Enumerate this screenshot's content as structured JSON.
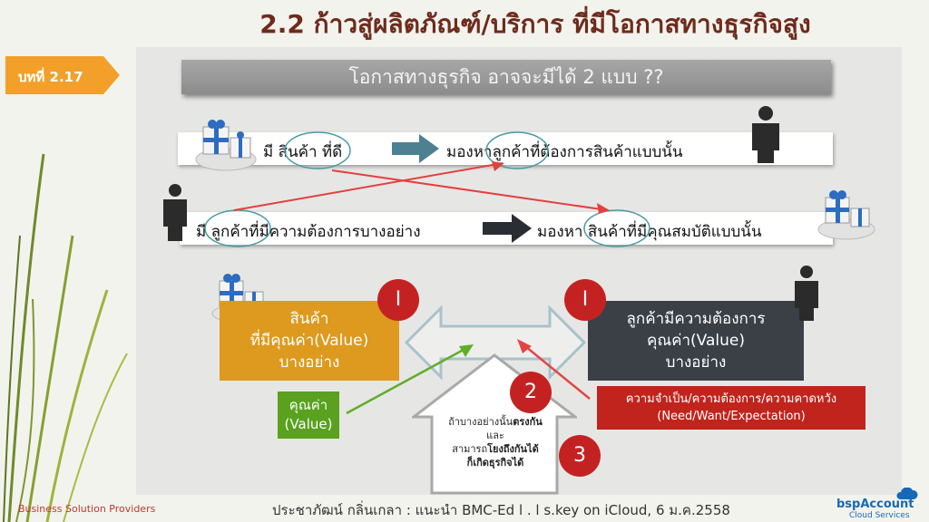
{
  "slide": {
    "title": "2.2 ก้าวสู่ผลิตภัณฑ์/บริการ ที่มีโอกาสทางธุรกิจสูง",
    "tag": "บทที่ 2.17",
    "header": "โอกาสทางธุรกิจ อาจจะมีได้ 2 แบบ ??"
  },
  "row1": {
    "left": "มี สินค้า ที่ดี",
    "right": "มองหาลูกค้าที่ต้องการสินค้าแบบนั้น"
  },
  "row2": {
    "left": "มี ลูกค้าที่มีความต้องการบางอย่าง",
    "right": "มองหา สินค้าที่มีคุณสมบัติแบบนั้น"
  },
  "product_box": {
    "line1": "สินค้า",
    "line2": "ที่มีคุณค่า(Value)",
    "line3": "บางอย่าง"
  },
  "customer_box": {
    "line1": "ลูกค้ามีความต้องการ",
    "line2": "คุณค่า(Value)",
    "line3": "บางอย่าง"
  },
  "value_box": {
    "line1": "คุณค่า",
    "line2": "(Value)"
  },
  "need_box": {
    "line1": "ความจำเป็น/ความต้องการ/ความคาดหวัง",
    "line2": "(Need/Want/Expectation)"
  },
  "house": {
    "line1_plain": "ถ้าบางอย่างนั้น",
    "line1_bold": "ตรงกัน",
    "line2": "และ",
    "line3_plain": "สามารถ",
    "line3_bold": "โยงถึงกันได้",
    "line4": "ก็เกิดธุรกิจได้"
  },
  "circles": {
    "c1": "I",
    "c2": "I",
    "c3": "2",
    "c4": "3"
  },
  "footer": {
    "left": "Business Solution Providers",
    "center": "ประชาภัฒน์ กลิ่นเกลา : แนะนำ BMC-Ed l . l s.key on iCloud, 6 ม.ค.2558",
    "logo_main": "bspAccount",
    "logo_sub": "Cloud Services"
  },
  "colors": {
    "title": "#6e2b1c",
    "tag": "#f2a02a",
    "product": "#dd9a1e",
    "customer": "#3b4047",
    "value": "#59a11f",
    "need": "#c0241d",
    "circle": "#c42222"
  }
}
